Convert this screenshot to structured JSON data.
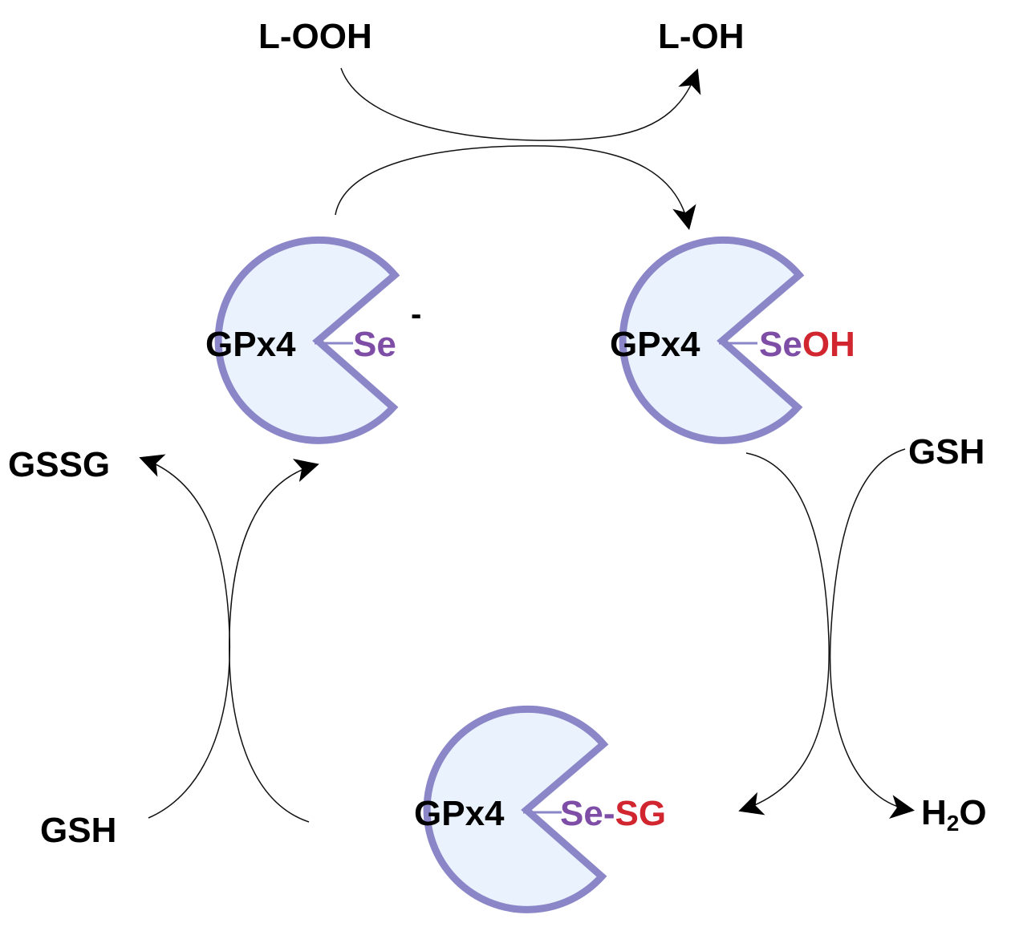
{
  "colors": {
    "enzyme_fill": "#eaf2fd",
    "enzyme_stroke": "#8a86c8",
    "selenium": "#7e4ea6",
    "red": "#d1262f",
    "text": "#000000",
    "arrow": "#000000"
  },
  "labels": {
    "l_ooh": "L-OOH",
    "l_oh": "L-OH",
    "gssg": "GSSG",
    "gsh_right": "GSH",
    "gsh_left": "GSH",
    "h2o_h": "H",
    "h2o_sub": "2",
    "h2o_o": "O"
  },
  "enzymes": {
    "reduced": {
      "name": "GPx4",
      "se": "Se",
      "charge": "-"
    },
    "oxidized": {
      "name": "GPx4",
      "se": "Se",
      "group": "OH"
    },
    "glutathionylated": {
      "name": "GPx4",
      "se": "Se-",
      "group": "SG"
    }
  }
}
